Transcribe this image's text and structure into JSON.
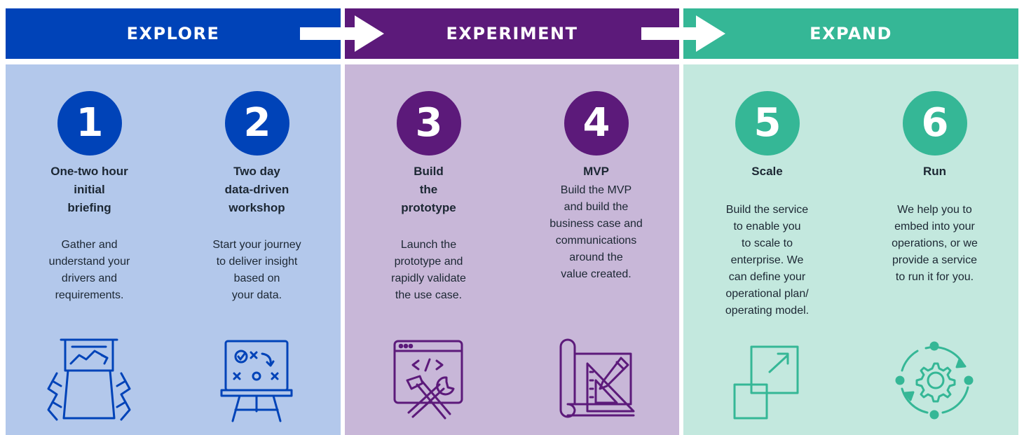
{
  "colors": {
    "explore_dark": "#0043b8",
    "explore_light": "#b3c8eb",
    "experiment_dark": "#5c1a7a",
    "experiment_light": "#c8b7d8",
    "expand_dark": "#35b796",
    "expand_light": "#c3e8de",
    "text": "#1c2733",
    "arrow": "#ffffff"
  },
  "phases": [
    {
      "label": "EXPLORE"
    },
    {
      "label": "EXPERIMENT"
    },
    {
      "label": "EXPAND"
    }
  ],
  "steps": [
    {
      "number": "1",
      "title": "One-two hour\ninitial\nbriefing",
      "description": "Gather and\nunderstand your\ndrivers and\nrequirements.",
      "icon": "meeting-presentation-icon"
    },
    {
      "number": "2",
      "title": "Two day\ndata-driven\nworkshop",
      "description": "Start your journey\nto deliver insight\nbased on\nyour data.",
      "icon": "strategy-board-icon"
    },
    {
      "number": "3",
      "title": "Build\nthe\nprototype",
      "description": "Launch the\nprototype and\nrapidly validate\nthe use case.",
      "icon": "code-tools-icon"
    },
    {
      "number": "4",
      "title": "MVP",
      "description": "Build the MVP\nand build the\nbusiness case and\ncommunications\naround the\nvalue created.",
      "icon": "blueprint-icon"
    },
    {
      "number": "5",
      "title": "Scale",
      "description": "Build the service\nto enable you\nto scale to\nenterprise. We\ncan define your\noperational plan/\noperating model.",
      "icon": "scale-up-icon"
    },
    {
      "number": "6",
      "title": "Run",
      "description": "We help you to\nembed into your\noperations, or we\nprovide a service\nto run it for you.",
      "icon": "gear-cycle-icon"
    }
  ]
}
